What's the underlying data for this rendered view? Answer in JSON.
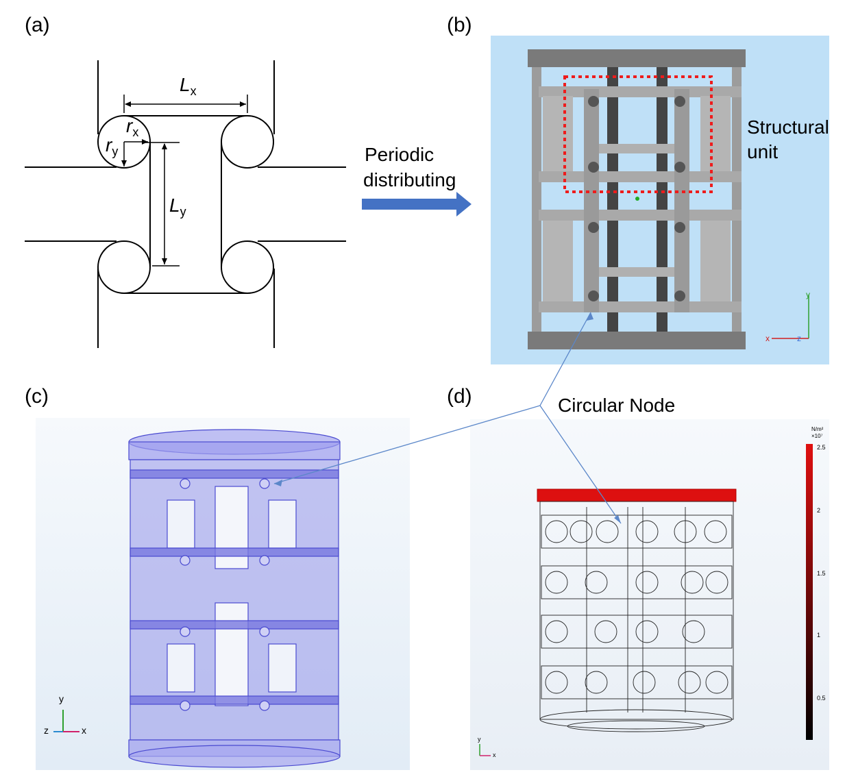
{
  "panels": {
    "a": {
      "label": "(a)",
      "Lx": "L",
      "Lx_sub": "x",
      "Ly": "L",
      "Ly_sub": "y",
      "rx": "r",
      "rx_sub": "x",
      "ry": "r",
      "ry_sub": "y"
    },
    "b": {
      "label": "(b)",
      "annotation_line1": "Structural",
      "annotation_line2": "unit",
      "axis_x": "x",
      "axis_z": "z",
      "axis_y": "y",
      "bg_color": "#bfe0f7",
      "frame_color": "#8e8e8e",
      "box_color": "#ee1c1c"
    },
    "c": {
      "label": "(c)",
      "axis_y": "y",
      "axis_x": "x",
      "axis_z": "z",
      "model_color": "#7f80ee"
    },
    "d": {
      "label": "(d)",
      "annotation": "Circular Node",
      "colorbar_unit": "N/m²",
      "colorbar_exp": "×10⁷",
      "colorbar_ticks": [
        "2.5",
        "2",
        "1.5",
        "1",
        "0.5"
      ],
      "colorbar_top_color": "#e01010",
      "colorbar_bottom_color": "#000000",
      "axis_y": "y",
      "axis_x": "x"
    }
  },
  "arrow": {
    "line1": "Periodic",
    "line2": "distributing",
    "color": "#4472c4"
  }
}
